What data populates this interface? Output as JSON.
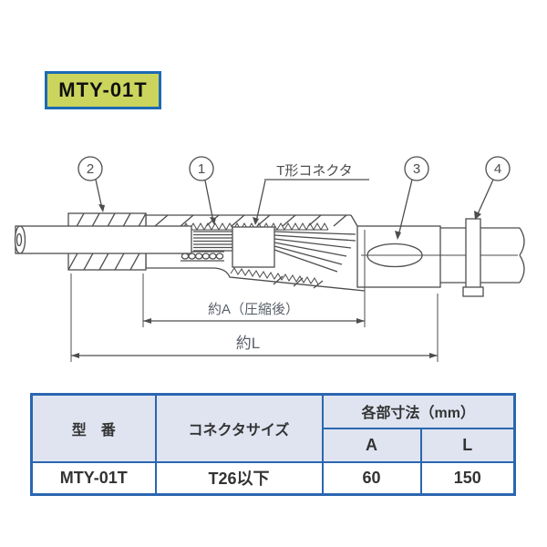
{
  "badge": {
    "label": "MTY-01T"
  },
  "diagram": {
    "callouts": {
      "n1": "1",
      "n2": "2",
      "n3": "3",
      "n4": "4"
    },
    "connector_label": "T形コネクタ",
    "dim_a_label": "約A（圧縮後）",
    "dim_l_label": "約L"
  },
  "spec_table": {
    "headers": {
      "model": "型　番",
      "connector_size": "コネクタサイズ",
      "dimensions_group": "各部寸法（mm）",
      "dim_a": "A",
      "dim_l": "L"
    },
    "rows": [
      {
        "model": "MTY-01T",
        "connector_size": "T26以下",
        "dim_a": "60",
        "dim_l": "150"
      }
    ]
  },
  "colors": {
    "badge_bg": "#cbd55e",
    "badge_border": "#1d6ab4",
    "table_border": "#2b66b0",
    "table_header_bg": "#dfe4f0",
    "drawing_line": "#4d4d4d",
    "dimension_text": "#5b6169"
  }
}
